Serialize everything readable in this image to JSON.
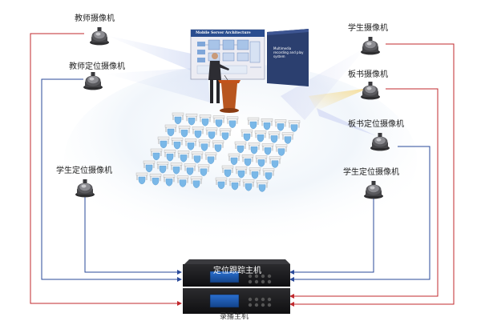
{
  "diagram": {
    "labels": {
      "teacher_camera": "教师摄像机",
      "teacher_positioning_camera": "教师定位摄像机",
      "student_positioning_camera_left": "学生定位摄像机",
      "student_camera": "学生摄像机",
      "blackboard_camera": "板书摄像机",
      "blackboard_positioning_camera": "板书定位摄像机",
      "student_positioning_camera_right": "学生定位摄像机",
      "tracking_host": "定位跟踪主机",
      "recording_host": "录播主机"
    },
    "board": {
      "title": "Mobile Server Architecture",
      "panel_text": "Multimedia recording and play system"
    },
    "colors": {
      "tracking_line": "#2a4a9a",
      "recording_line": "#c0282d",
      "seat": "#7ab8e8",
      "desk": "#f2f2f2",
      "projector_panel": "#2b3f6f",
      "host_body": "#1b1b1d"
    },
    "icons": [
      "dome-camera-icon",
      "lecturer-figure",
      "podium",
      "desk-seat-icon",
      "host-device-icon"
    ]
  }
}
